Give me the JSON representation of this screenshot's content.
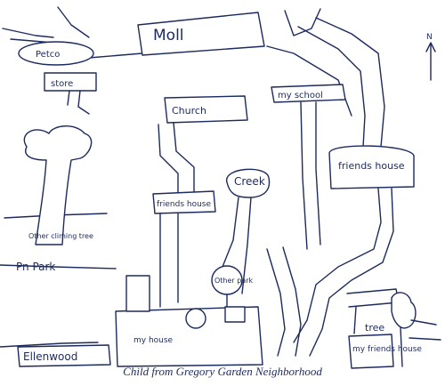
{
  "caption": "Child from Gregory Garden Neighborhood",
  "compass_letter": "N",
  "ink_color": "#1d2a5e",
  "labels": {
    "moll": "Moll",
    "petco": "Petco",
    "store": "store",
    "church": "Church",
    "my_school": "my school",
    "friends_house_right": "friends house",
    "friends_house_mid": "friends house",
    "creek": "Creek",
    "other_climbing_tree": "Other climing tree",
    "pn_park": "Pn Park",
    "other_park": "Other park",
    "ellenwood": "Ellenwood",
    "my_house": "my house",
    "my_friends_house": "my friends house",
    "tree": "tree"
  }
}
